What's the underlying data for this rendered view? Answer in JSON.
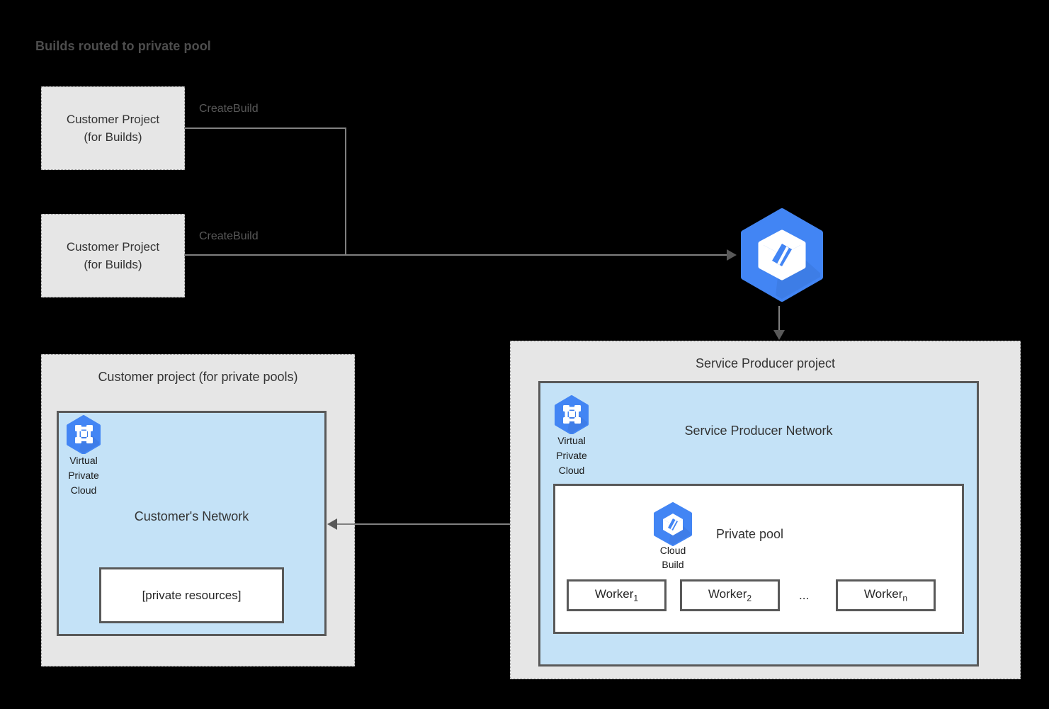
{
  "diagram": {
    "title": "Builds routed to private pool",
    "type": "architecture-diagram",
    "background_color": "#000000",
    "accent_color": "#4285f4",
    "network_fill": "#c4e2f7",
    "project_fill": "#e6e6e6"
  },
  "customer_build_projects": [
    {
      "line1": "Customer Project",
      "line2": "(for Builds)",
      "edge_label": "CreateBuild"
    },
    {
      "line1": "Customer Project",
      "line2": "(for Builds)",
      "edge_label": "CreateBuild"
    }
  ],
  "cloud_build_service": {
    "icon": "cloud-build-icon"
  },
  "customer_pool_project": {
    "title": "Customer project (for private pools)",
    "vpc": {
      "icon": "virtual-private-cloud-icon",
      "label_line1": "Virtual",
      "label_line2": "Private",
      "label_line3": "Cloud"
    },
    "network_title": "Customer's Network",
    "private_resources_label": "[private resources]"
  },
  "service_producer_project": {
    "title": "Service Producer project",
    "vpc": {
      "icon": "virtual-private-cloud-icon",
      "label_line1": "Virtual",
      "label_line2": "Private",
      "label_line3": "Cloud"
    },
    "network_title": "Service Producer Network",
    "private_pool": {
      "title": "Private pool",
      "cloud_build_icon": "cloud-build-icon",
      "cloud_build_label_line1": "Cloud",
      "cloud_build_label_line2": "Build",
      "workers": [
        {
          "name": "Worker",
          "subscript": "1"
        },
        {
          "name": "Worker",
          "subscript": "2"
        },
        {
          "name": "Worker",
          "subscript": "n"
        }
      ],
      "ellipsis": "..."
    }
  }
}
